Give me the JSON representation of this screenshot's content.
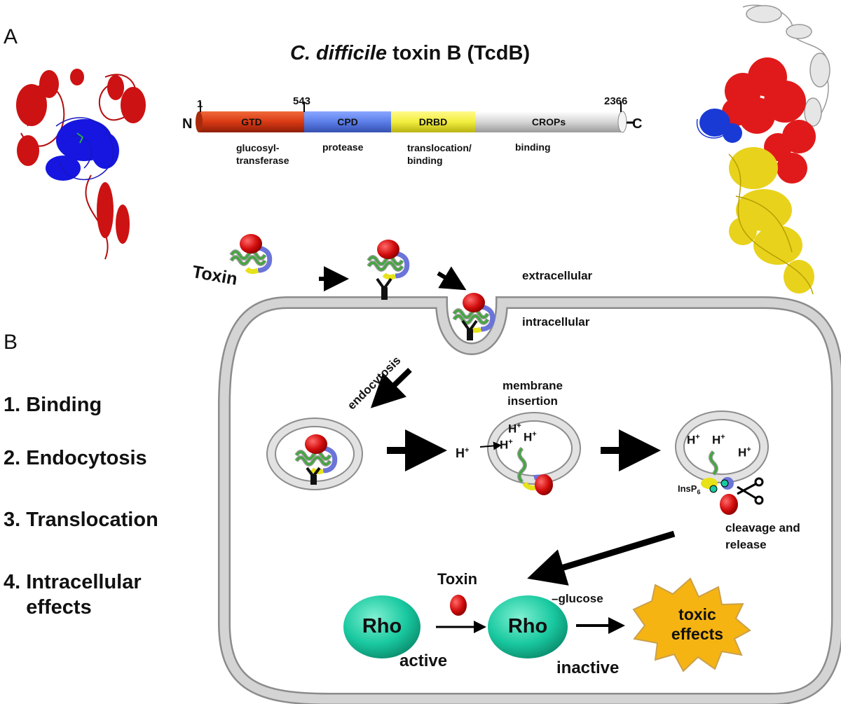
{
  "panels": {
    "a": "A",
    "b": "B"
  },
  "title": {
    "italic": "C. difficile",
    "rest": " toxin B (TcdB)"
  },
  "domain_bar": {
    "n_label": "N",
    "c_label": "C",
    "positions": [
      "1",
      "543",
      "2366"
    ],
    "domains": [
      {
        "name": "GTD",
        "color": "#d83a14",
        "function": "glucosyl-\ntransferase"
      },
      {
        "name": "CPD",
        "color": "#5b7ee8",
        "function": "protease"
      },
      {
        "name": "DRBD",
        "color": "#f2ee3e",
        "function": "translocation/\nbinding"
      },
      {
        "name": "CROPs",
        "color": "#d6d6d6",
        "function": "binding"
      }
    ]
  },
  "cell": {
    "toxin_label": "Toxin",
    "extracellular": "extracellular",
    "intracellular": "intracellular",
    "endocytosis": "endocytosis",
    "membrane_insertion": "membrane\ninsertion",
    "proton": "H",
    "proton_charge": "+",
    "insp6_base": "InsP",
    "insp6_sub": "6",
    "cleavage": "cleavage and\nrelease",
    "toxin_bottom": "Toxin",
    "glucose": "–glucose",
    "rho": "Rho",
    "active": "active",
    "inactive": "inactive",
    "toxic": "toxic\neffects"
  },
  "steps": [
    "1. Binding",
    "2. Endocytosis",
    "3. Translocation",
    "4. Intracellular\n    effects"
  ],
  "colors": {
    "membrane": "#cfcfcf",
    "membrane_edge": "#8c8c8c",
    "rho": "#19c9a0",
    "toxic": "#f6b412",
    "toxin_red": "#d30d0d",
    "helix_green": "#3fa83a",
    "helix_grey": "#9a9a9a",
    "linker_blue": "#6a74d9",
    "linker_yellow": "#e7e21a"
  }
}
